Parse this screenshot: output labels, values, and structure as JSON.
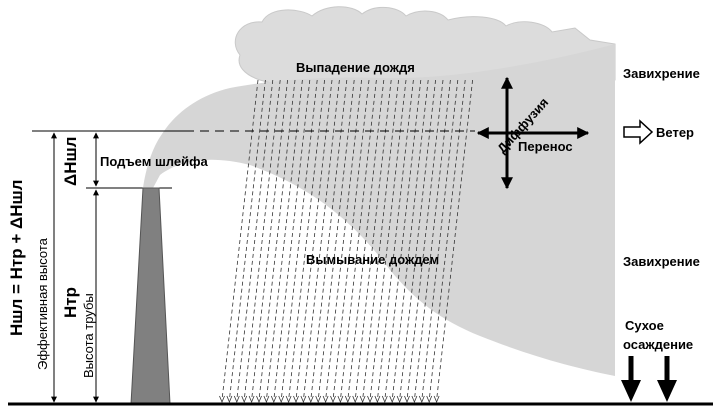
{
  "labels": {
    "rain_fall": "Выпадение дождя",
    "turbulence_top": "Завихрение",
    "wind": "Ветер",
    "diffusion": "Диффузия",
    "transport": "Перенос",
    "plume_rise": "Подъем шлейфа",
    "rain_washout": "Вымывание дождем",
    "turbulence_mid": "Завихрение",
    "dry_deposition_1": "Сухое",
    "dry_deposition_2": "осаждение",
    "effective_height_formula": "Hшл = Hтр + ΔHшл",
    "effective_height": "Эффективная высота",
    "stack_symbol": "Hтр",
    "stack_height": "Высота трубы",
    "plume_rise_symbol": "ΔHшл"
  },
  "colors": {
    "cloud": "#dcdcdc",
    "plume": "#d6d6d6",
    "stack": "#808080",
    "ink": "#000000"
  },
  "icons": {
    "wind_arrow": "hollow-right-arrow-icon",
    "deposition_arrows": "down-arrow-icon"
  }
}
